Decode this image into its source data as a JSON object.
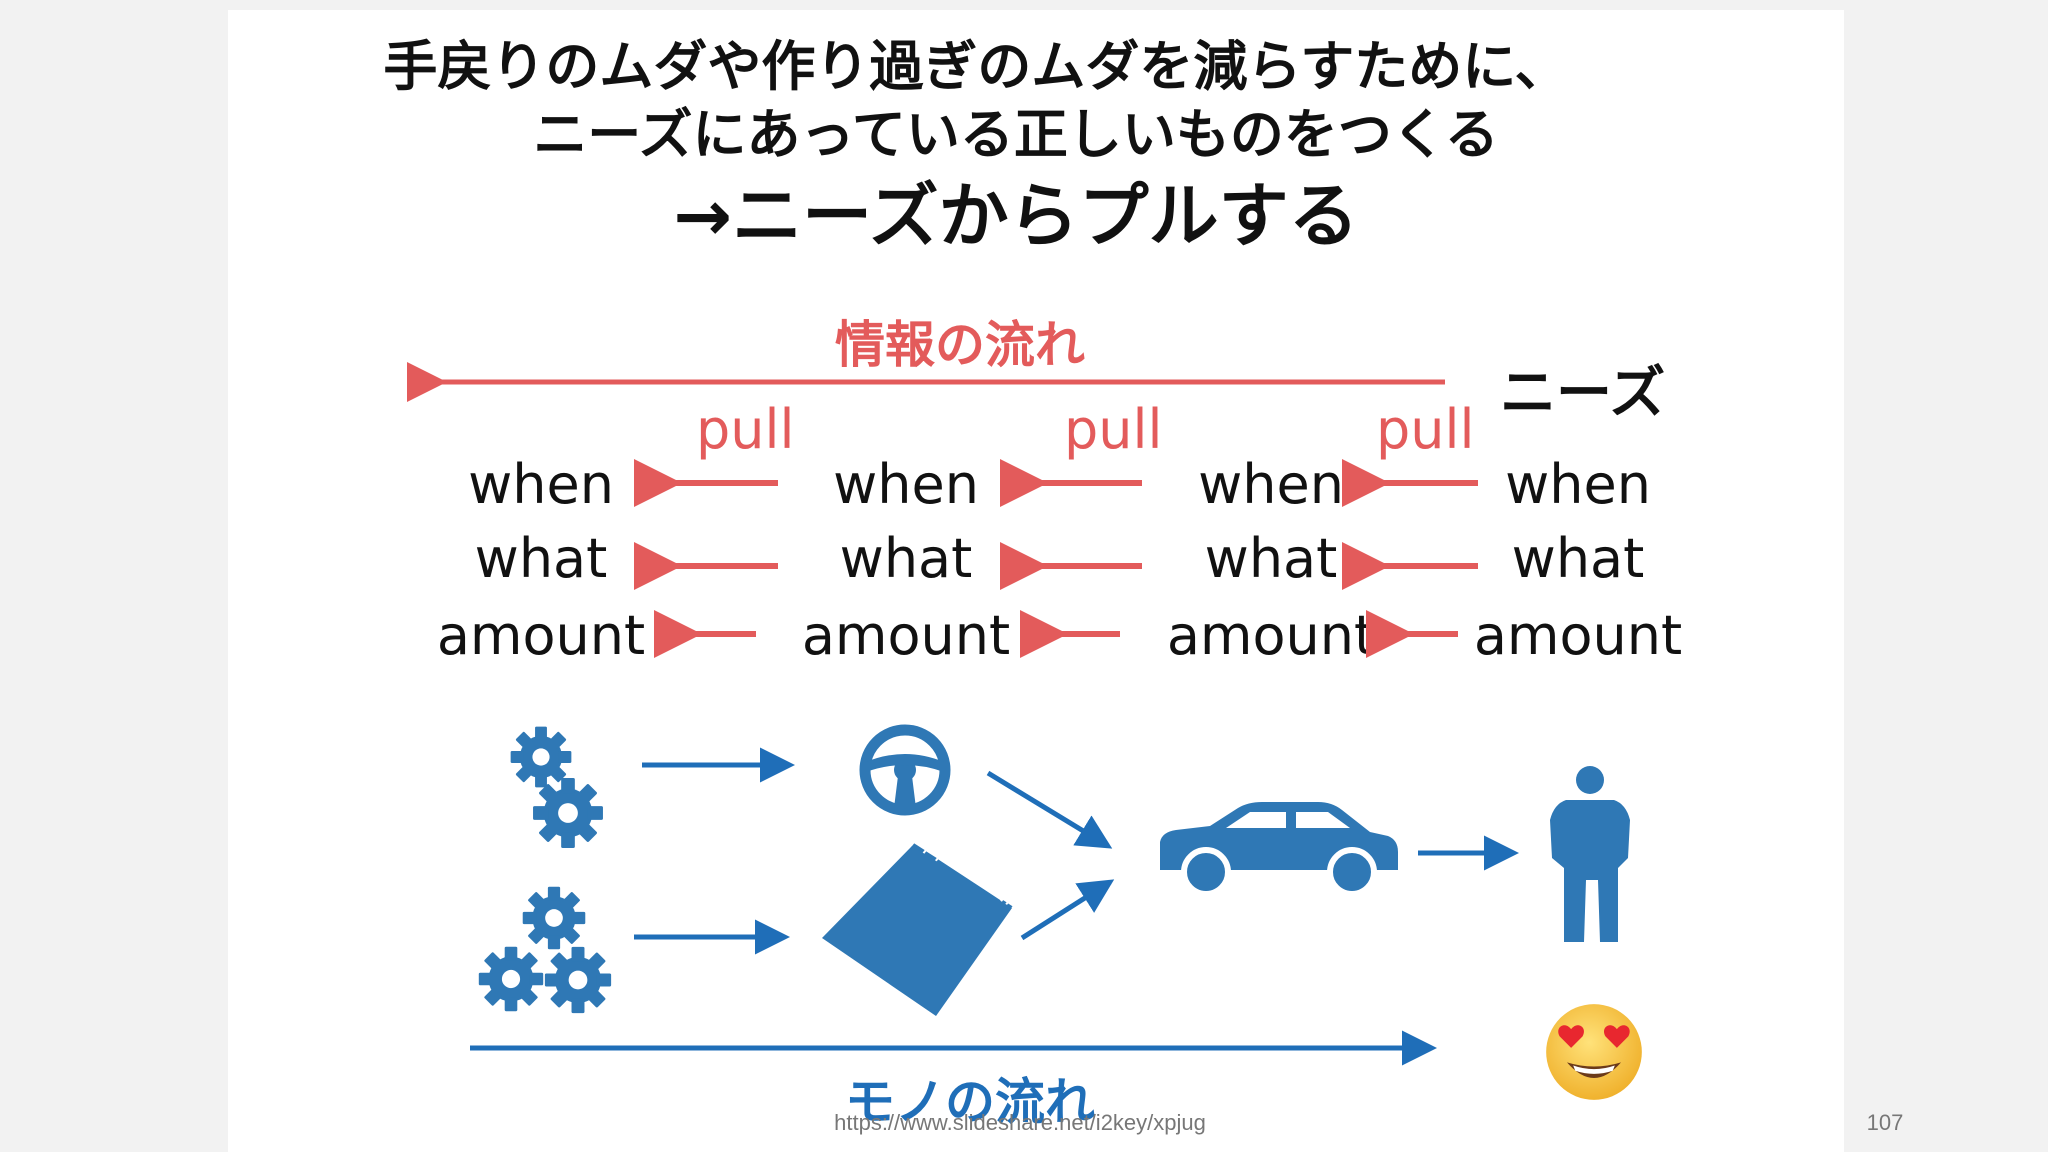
{
  "title": {
    "line1": "手戻りのムダや作り過ぎのムダを減らすために、",
    "line2": "ニーズにあっている正しいものをつくる",
    "line3": "→ニーズからプルする"
  },
  "information_flow": {
    "label": "情報の流れ",
    "needs": "ニーズ",
    "pull_labels": [
      "pull",
      "pull",
      "pull"
    ],
    "columns": [
      {
        "when": "when",
        "what": "what",
        "amount": "amount"
      },
      {
        "when": "when",
        "what": "what",
        "amount": "amount"
      },
      {
        "when": "when",
        "what": "what",
        "amount": "amount"
      },
      {
        "when": "when",
        "what": "what",
        "amount": "amount"
      }
    ]
  },
  "material_flow": {
    "label": "モノの流れ",
    "icons": [
      "gears-icon",
      "gears-cluster-icon",
      "steering-wheel-icon",
      "car-body-panels-icon",
      "car-icon",
      "person-icon",
      "heart-eyes-emoji-icon"
    ]
  },
  "colors": {
    "info_red": "#e35b5b",
    "material_blue": "#1f6eb8",
    "icon_blue": "#2f78b5"
  },
  "footer": {
    "url": "https://www.slideshare.net/i2key/xpjug",
    "page_number": "107"
  }
}
